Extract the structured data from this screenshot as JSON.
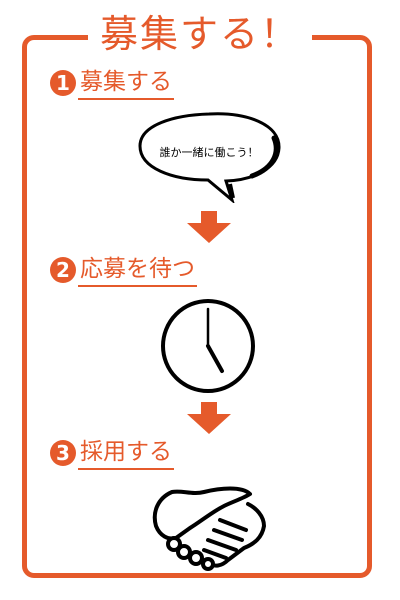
{
  "title": "募集する！",
  "accent_color": "#e55a2b",
  "steps": [
    {
      "number": "1",
      "label": "募集する"
    },
    {
      "number": "2",
      "label": "応募を待つ"
    },
    {
      "number": "3",
      "label": "採用する"
    }
  ],
  "speech_bubble": {
    "text": "誰か一緒に働こう！",
    "icon": "speech-bubble-icon"
  },
  "icons": {
    "arrow": "down-arrow-icon",
    "clock": "clock-icon",
    "handshake": "handshake-icon"
  }
}
